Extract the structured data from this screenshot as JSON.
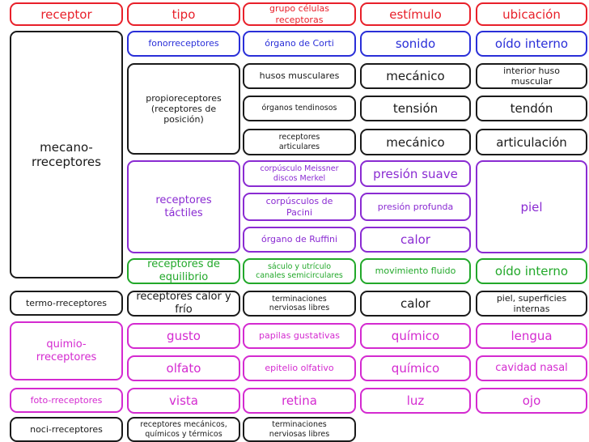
{
  "colors": {
    "red": "#e8202a",
    "blue": "#2a2fd8",
    "black": "#1a1a1a",
    "green": "#22a82a",
    "purple": "#8a2bd2",
    "magenta": "#d42ad0"
  },
  "header": {
    "receptor": "receptor",
    "tipo": "tipo",
    "grupo": "grupo células receptoras",
    "estimulo": "estímulo",
    "ubicacion": "ubicación"
  },
  "receptors": {
    "mecano": "mecano-rreceptores",
    "termo": "termo-rreceptores",
    "quimio": "quimio-rreceptores",
    "foto": "foto-rreceptores",
    "noci": "noci-rreceptores"
  },
  "types": {
    "fono": "fonorreceptores",
    "propio": "propioreceptores (receptores de posición)",
    "tactiles": "receptores táctiles",
    "equilibrio": "receptores de equilibrio",
    "calor_frio": "receptores calor y frío",
    "gusto": "gusto",
    "olfato": "olfato",
    "vista": "vista",
    "noci_tipo": "receptores mecánicos, químicos y térmicos"
  },
  "groups": {
    "corti": "órgano de Corti",
    "husos": "husos musculares",
    "tendinosos": "órganos tendinosos",
    "articulares": "receptores articulares",
    "meissner": "corpúsculo Meissner discos Merkel",
    "pacini": "corpúsculos de Pacini",
    "ruffini": "órgano de Ruffini",
    "saculo": "sáculo y utrículo canales semicirculares",
    "term1": "terminaciones nerviosas libres",
    "papilas": "papilas gustativas",
    "epitelio": "epitelio olfativo",
    "retina": "retina",
    "term2": "terminaciones nerviosas libres"
  },
  "stimuli": {
    "sonido": "sonido",
    "mecanico1": "mecánico",
    "tension": "tensión",
    "mecanico2": "mecánico",
    "presion_suave": "presión suave",
    "presion_profunda": "presión profunda",
    "calor1": "calor",
    "movimiento": "movimiento fluido",
    "calor2": "calor",
    "quimico1": "químico",
    "quimico2": "químico",
    "luz": "luz"
  },
  "locations": {
    "oido1": "oído interno",
    "huso": "interior huso muscular",
    "tendon": "tendón",
    "articulacion": "articulación",
    "piel": "piel",
    "oido2": "oído interno",
    "piel_sup": "piel, superficies internas",
    "lengua": "lengua",
    "nasal": "cavidad nasal",
    "ojo": "ojo"
  }
}
